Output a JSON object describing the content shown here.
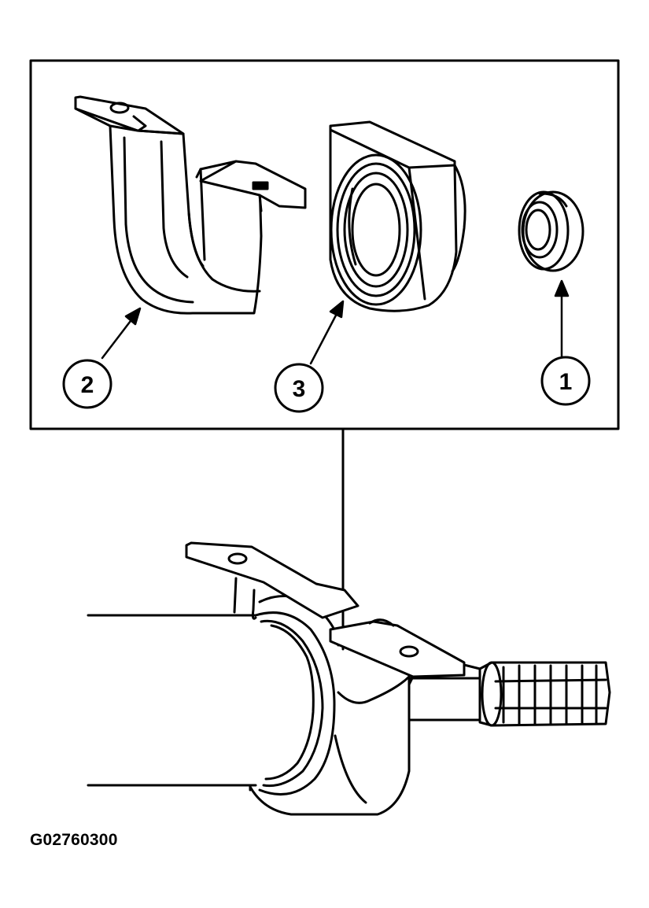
{
  "figure": {
    "id_label": "G02760300",
    "callouts": {
      "part_1": "1",
      "part_2": "2",
      "part_3": "3"
    }
  },
  "colors": {
    "line": "#000000",
    "background": "#ffffff"
  }
}
